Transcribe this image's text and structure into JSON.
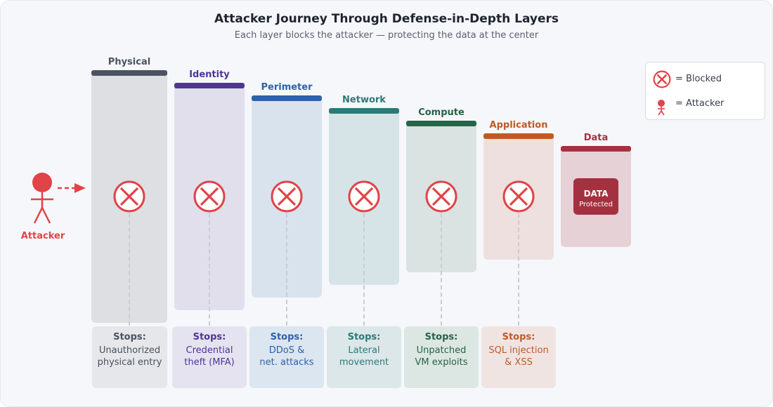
{
  "title": "Attacker Journey Through Defense-in-Depth Layers",
  "subtitle": "Each layer blocks the attacker — protecting the data at the center",
  "attacker": {
    "label": "Attacker"
  },
  "stops_heading": "Stops:",
  "layers": [
    {
      "name": "Physical",
      "color": "#4b5260",
      "fill": "#dedfe3",
      "stops_fill": "#e5e7ea",
      "stops": "Unauthorized\nphysical entry"
    },
    {
      "name": "Identity",
      "color": "#4e3597",
      "fill": "#e2dfed",
      "stops_fill": "#e6e3f0",
      "stops": "Credential\ntheft (MFA)"
    },
    {
      "name": "Perimeter",
      "color": "#2b62a8",
      "fill": "#d8e3ee",
      "stops_fill": "#dce6f0",
      "stops": "DDoS &\nnet. attacks"
    },
    {
      "name": "Network",
      "color": "#2c7a78",
      "fill": "#d7e4e7",
      "stops_fill": "#dce7e9",
      "stops": "Lateral\nmovement"
    },
    {
      "name": "Compute",
      "color": "#256448",
      "fill": "#dae2e2",
      "stops_fill": "#dce6e2",
      "stops": "Unpatched\nVM exploits"
    },
    {
      "name": "Application",
      "color": "#bf5a26",
      "fill": "#eee0df",
      "stops_fill": "#f0e4e2",
      "stops": "SQL injection\n& XSS"
    },
    {
      "name": "Data",
      "color": "#a4313f",
      "fill": "#e6d1d7"
    }
  ],
  "data_box": {
    "title": "DATA",
    "subtitle": "Protected"
  },
  "legend": {
    "blocked": "= Blocked",
    "attacker": "= Attacker"
  },
  "colors": {
    "blocked": "#e04448",
    "attacker": "#e04448"
  },
  "icons": {
    "blocked": "blocked-x-icon",
    "attacker": "attacker-figure-icon"
  }
}
